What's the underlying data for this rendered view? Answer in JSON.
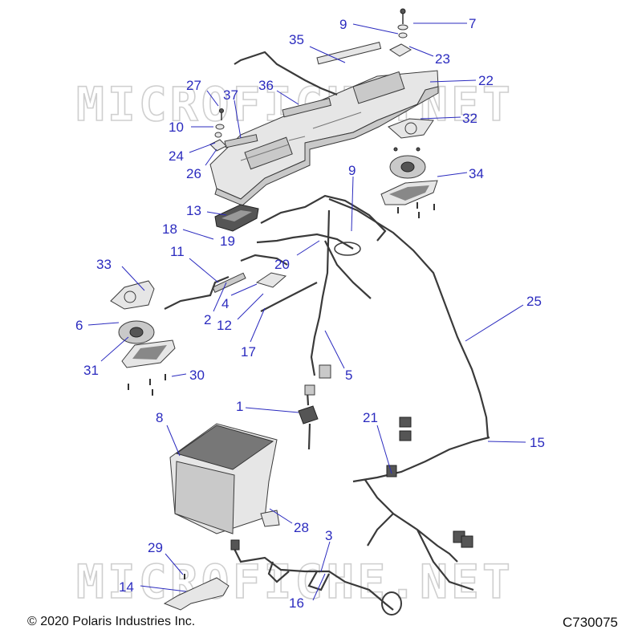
{
  "copyright": "© 2020 Polaris Industries Inc.",
  "figure_code": "C730075",
  "watermark": "MICROFICHE.NET",
  "callouts": {
    "c1": "1",
    "c2": "2",
    "c3": "3",
    "c4": "4",
    "c5": "5",
    "c6": "6",
    "c7": "7",
    "c8": "8",
    "c9a": "9",
    "c9b": "9",
    "c10": "10",
    "c11": "11",
    "c12": "12",
    "c13": "13",
    "c14": "14",
    "c15": "15",
    "c16": "16",
    "c17": "17",
    "c18": "18",
    "c19": "19",
    "c20": "20",
    "c21": "21",
    "c22": "22",
    "c23": "23",
    "c24": "24",
    "c25": "25",
    "c26": "26",
    "c27": "27",
    "c28": "28",
    "c29": "29",
    "c30": "30",
    "c31": "31",
    "c32": "32",
    "c33": "33",
    "c34": "34",
    "c35": "35",
    "c36": "36",
    "c37": "37"
  },
  "colors": {
    "callout": "#2b2bbf",
    "line": "#3a3a3a",
    "part_fill": "#e6e6e6",
    "watermark": "#cfcfcf"
  }
}
